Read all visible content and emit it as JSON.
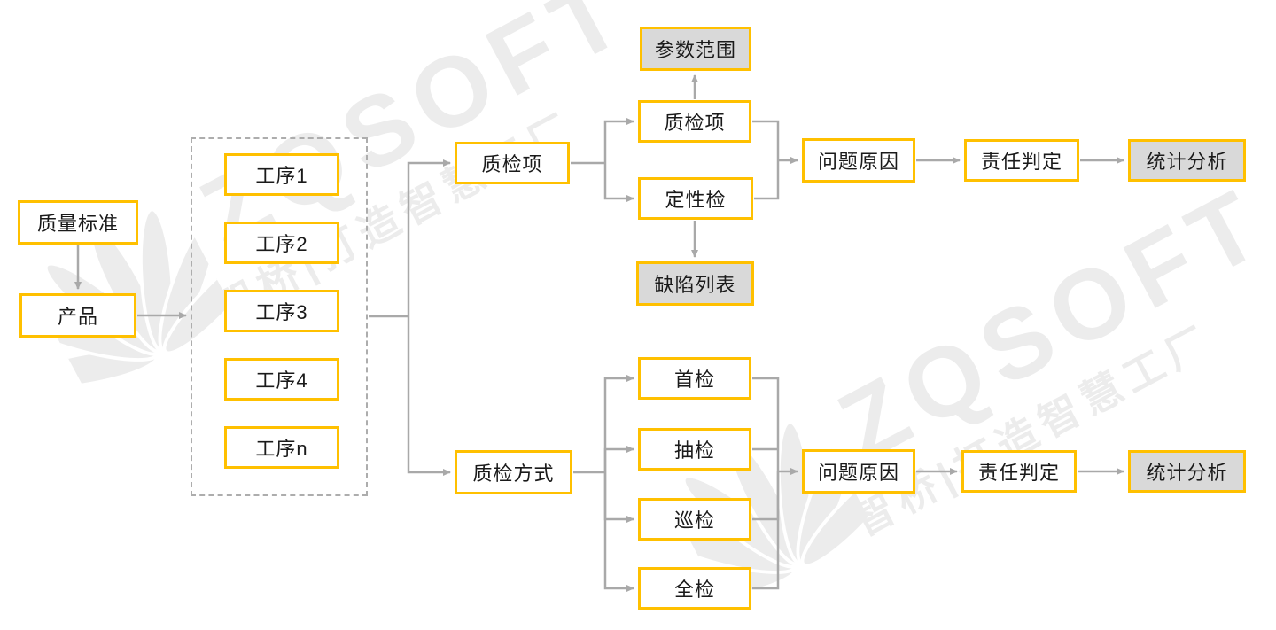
{
  "colors": {
    "node_border": "#FFC000",
    "node_fill_white": "#FFFFFF",
    "node_fill_gray": "#D9D9D9",
    "connector": "#A9A9A9",
    "dashed_border": "#ADADAD",
    "text": "#1A1A1A",
    "watermark": "#ECECEC"
  },
  "watermark": {
    "brand": "ZQSOFT",
    "tagline": "智桥|打造智慧工厂"
  },
  "nodes": {
    "quality_standard": {
      "label": "质量标准"
    },
    "product": {
      "label": "产品"
    },
    "process_1": {
      "label": "工序1"
    },
    "process_2": {
      "label": "工序2"
    },
    "process_3": {
      "label": "工序3"
    },
    "process_4": {
      "label": "工序4"
    },
    "process_n": {
      "label": "工序n"
    },
    "inspection_item_group": {
      "label": "质检项"
    },
    "inspection_item": {
      "label": "质检项"
    },
    "qualitative_check": {
      "label": "定性检"
    },
    "parameter_range": {
      "label": "参数范围"
    },
    "defect_list": {
      "label": "缺陷列表"
    },
    "problem_cause_top": {
      "label": "问题原因"
    },
    "responsibility_top": {
      "label": "责任判定"
    },
    "statistics_top": {
      "label": "统计分析"
    },
    "inspection_method": {
      "label": "质检方式"
    },
    "first_inspection": {
      "label": "首检"
    },
    "sampling_inspection": {
      "label": "抽检"
    },
    "patrol_inspection": {
      "label": "巡检"
    },
    "full_inspection": {
      "label": "全检"
    },
    "problem_cause_bottom": {
      "label": "问题原因"
    },
    "responsibility_bottom": {
      "label": "责任判定"
    },
    "statistics_bottom": {
      "label": "统计分析"
    }
  }
}
